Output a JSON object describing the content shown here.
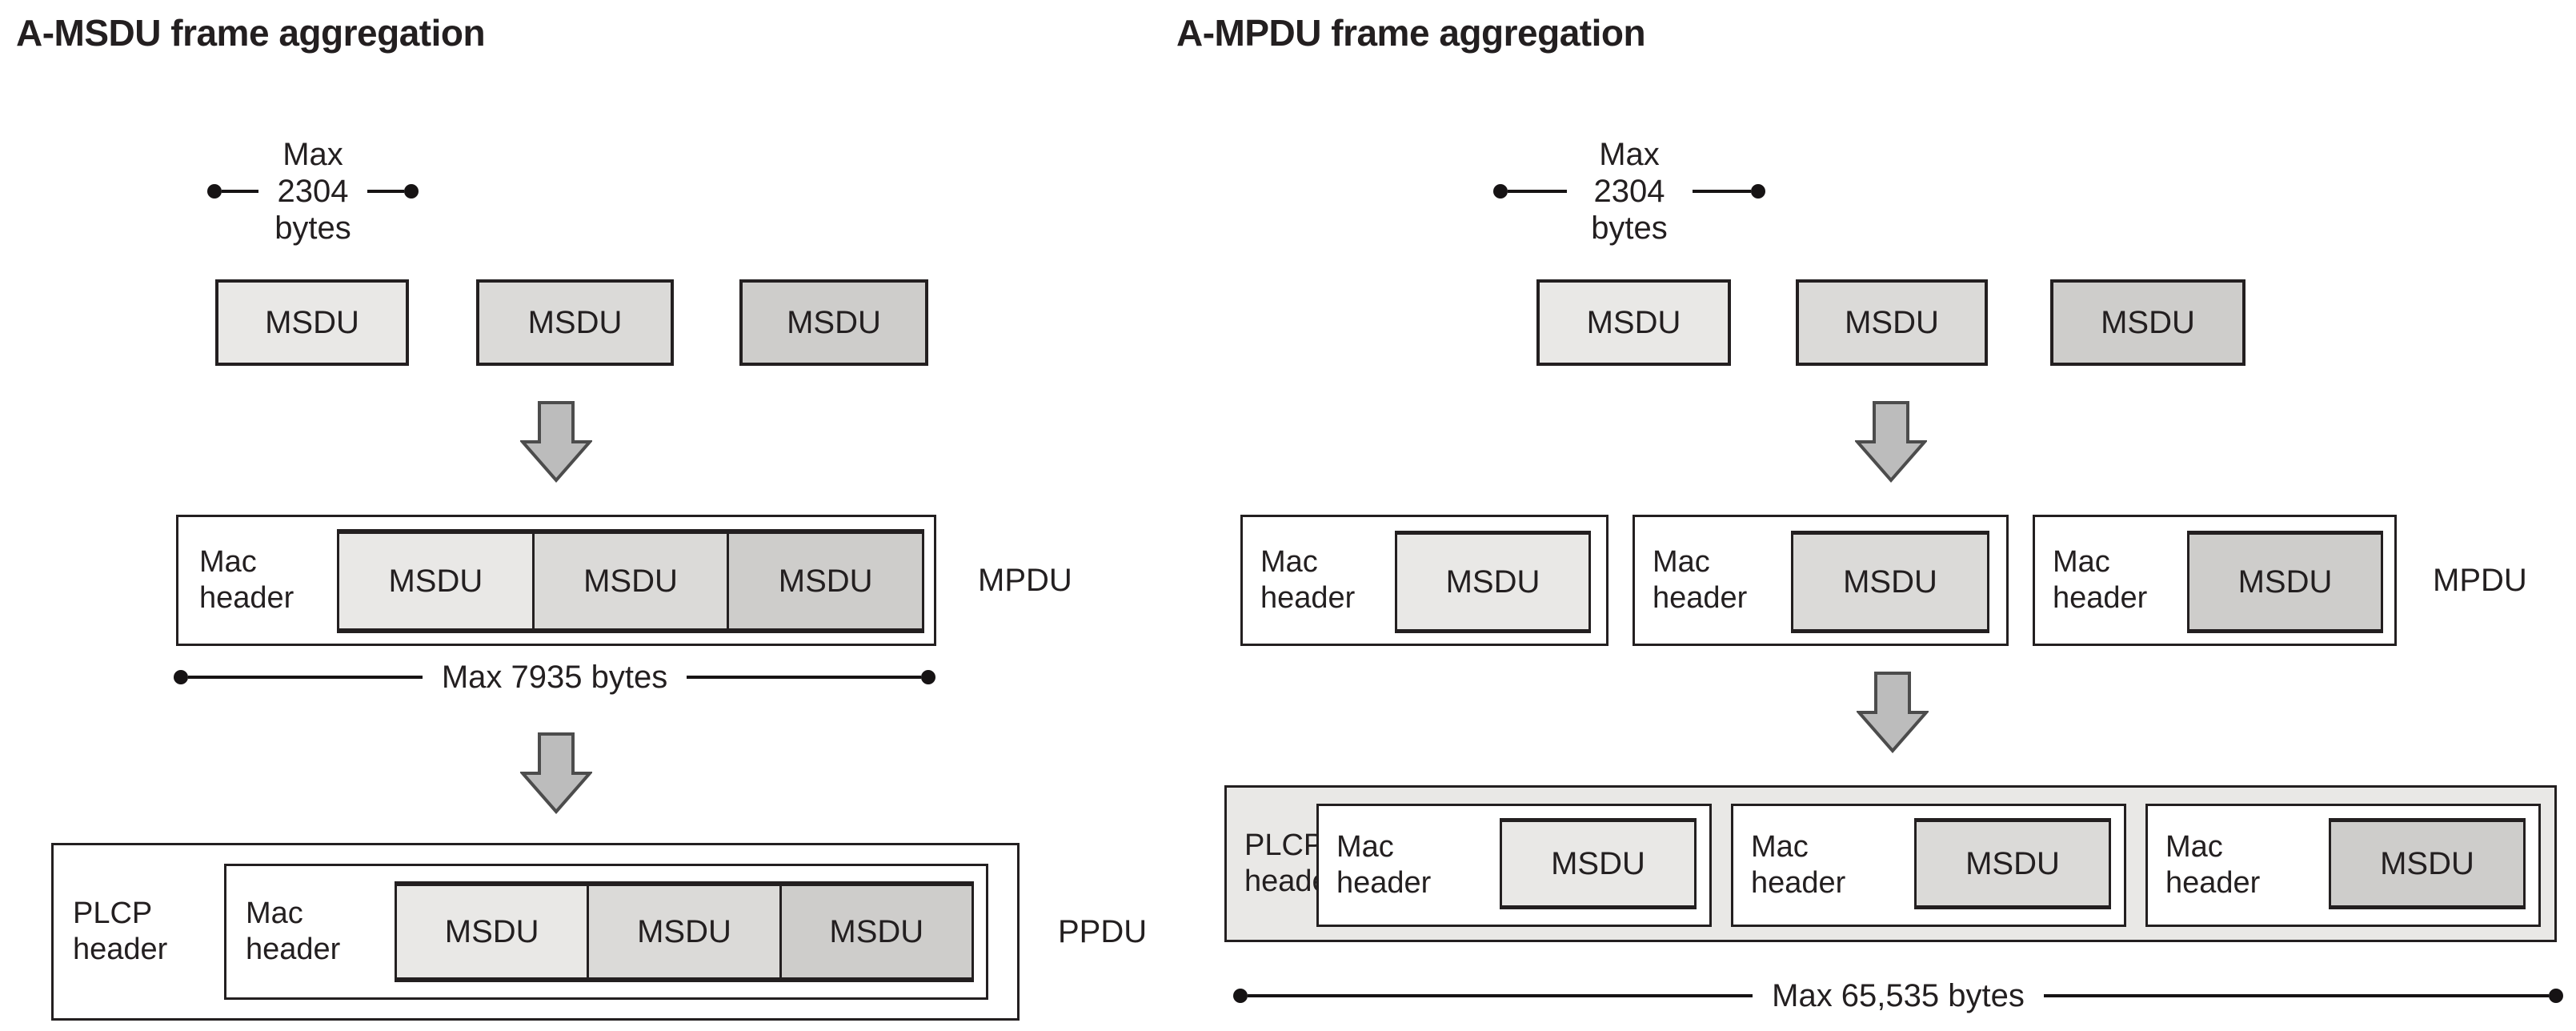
{
  "panels": {
    "amsdu": {
      "title": "A-MSDU frame aggregation",
      "dim_msdu": {
        "prefix": "Max",
        "value": "2304",
        "suffix": "bytes"
      },
      "dim_mpdu_total": "Max 7935 bytes",
      "mpdu_label": "MPDU",
      "ppdu_label": "PPDU"
    },
    "ampdu": {
      "title": "A-MPDU frame aggregation",
      "dim_msdu": {
        "prefix": "Max",
        "value": "2304",
        "suffix": "bytes"
      },
      "dim_ppdu_total": "Max 65,535 bytes",
      "mpdu_label": "MPDU"
    }
  },
  "labels": {
    "msdu": "MSDU",
    "mac_header": "Mac header",
    "plcp_header": "PLCP header"
  },
  "colors": {
    "text": "#231f20",
    "border": "#231f20",
    "msdu_shade_light": "#e9e8e6",
    "msdu_shade_mid": "#dbdad8",
    "msdu_shade_dark": "#cecdcb",
    "plcp_row_background": "#e9e8e6",
    "arrow_fill": "#bcbcbc",
    "arrow_outline": "#4c4c4c",
    "background": "#ffffff"
  }
}
